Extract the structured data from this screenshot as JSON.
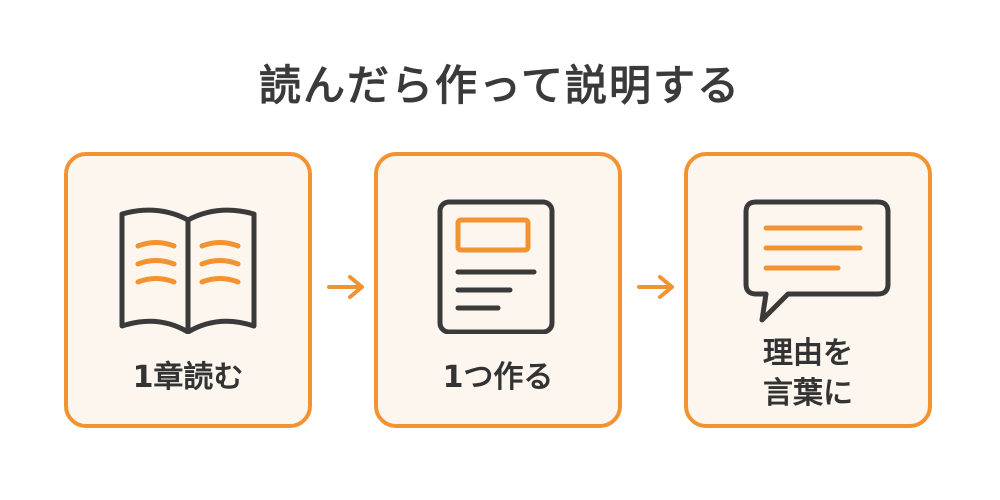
{
  "title": "読んだら作って説明する",
  "steps": [
    {
      "label": "1章読む",
      "icon": "open-book-icon"
    },
    {
      "label": "1つ作る",
      "icon": "document-icon"
    },
    {
      "label_lines": [
        "理由を",
        "言葉に"
      ],
      "icon": "speech-bubble-icon"
    }
  ],
  "colors": {
    "accent": "#f39231",
    "card_background": "#fdf6ee",
    "stroke": "#3a3a3a",
    "text": "#333333"
  }
}
